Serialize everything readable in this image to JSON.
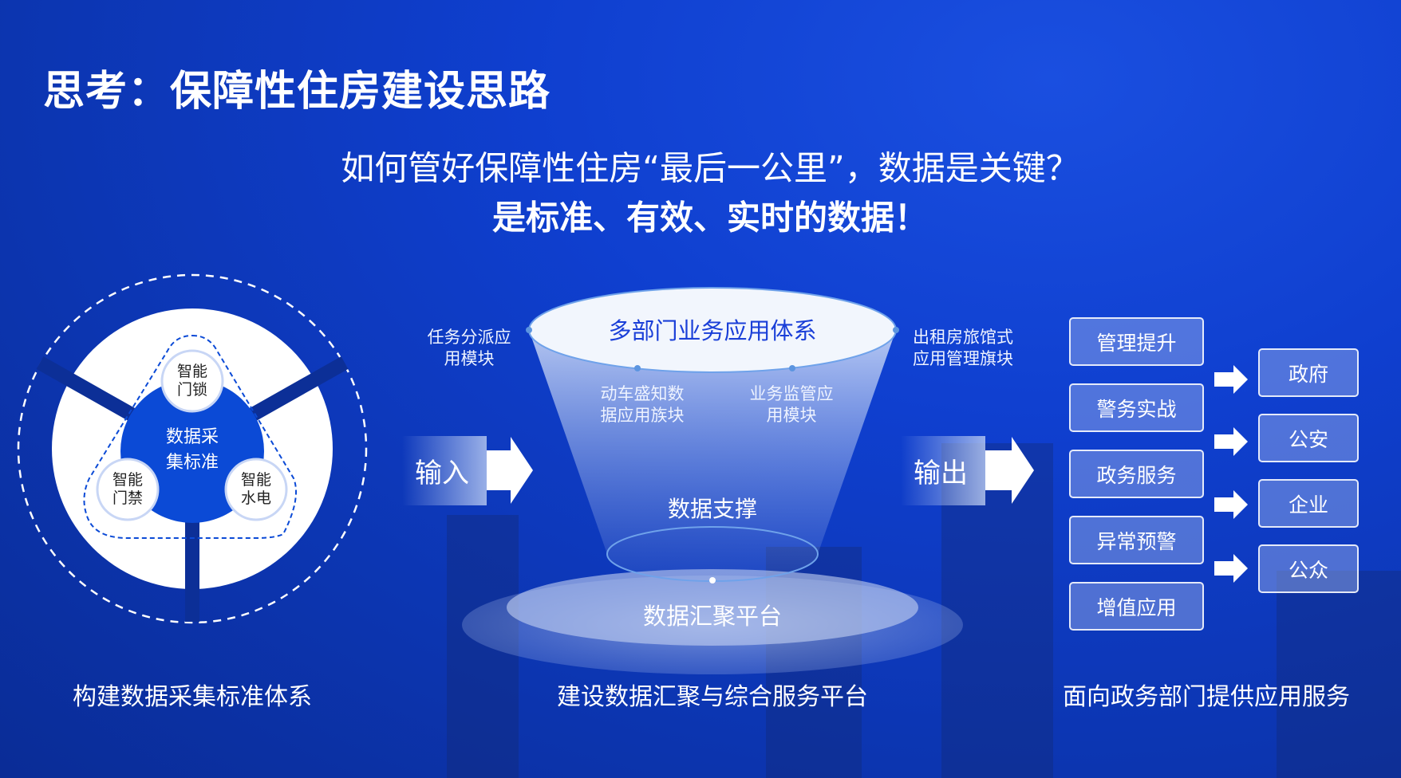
{
  "title": "思考：保障性住房建设思路",
  "question": "如何管好保障性住房“最后一公里”，数据是关键？",
  "answer": "是标准、有效、实时的数据！",
  "left_diagram": {
    "center": "数据采\n集标准",
    "nodes": [
      {
        "line1": "智能",
        "line2": "门锁"
      },
      {
        "line1": "智能",
        "line2": "门禁"
      },
      {
        "line1": "智能",
        "line2": "水电"
      }
    ],
    "caption": "构建数据采集标准体系"
  },
  "funnel": {
    "top": "多部门业务应用体系",
    "left_label": {
      "line1": "任务分派应",
      "line2": "用模块"
    },
    "right_label": {
      "line1": "出租房旅馆式",
      "line2": "应用管理旗块"
    },
    "inner_left": {
      "line1": "动车盛知数",
      "line2": "据应用族块"
    },
    "inner_right": {
      "line1": "业务监管应",
      "line2": "用模块"
    },
    "support": "数据支撑",
    "platform": "数据汇聚平台",
    "input": "输入",
    "output": "输出",
    "caption": "建设数据汇聚与综合服务平台"
  },
  "services": {
    "left": [
      "管理提升",
      "警务实战",
      "政务服务",
      "异常预警",
      "增值应用"
    ],
    "right": [
      "政府",
      "公安",
      "企业",
      "公众"
    ],
    "caption": "面向政务部门提供应用服务"
  },
  "colors": {
    "accent": "#0b4ad6",
    "title_blue": "#1a3fd8"
  }
}
